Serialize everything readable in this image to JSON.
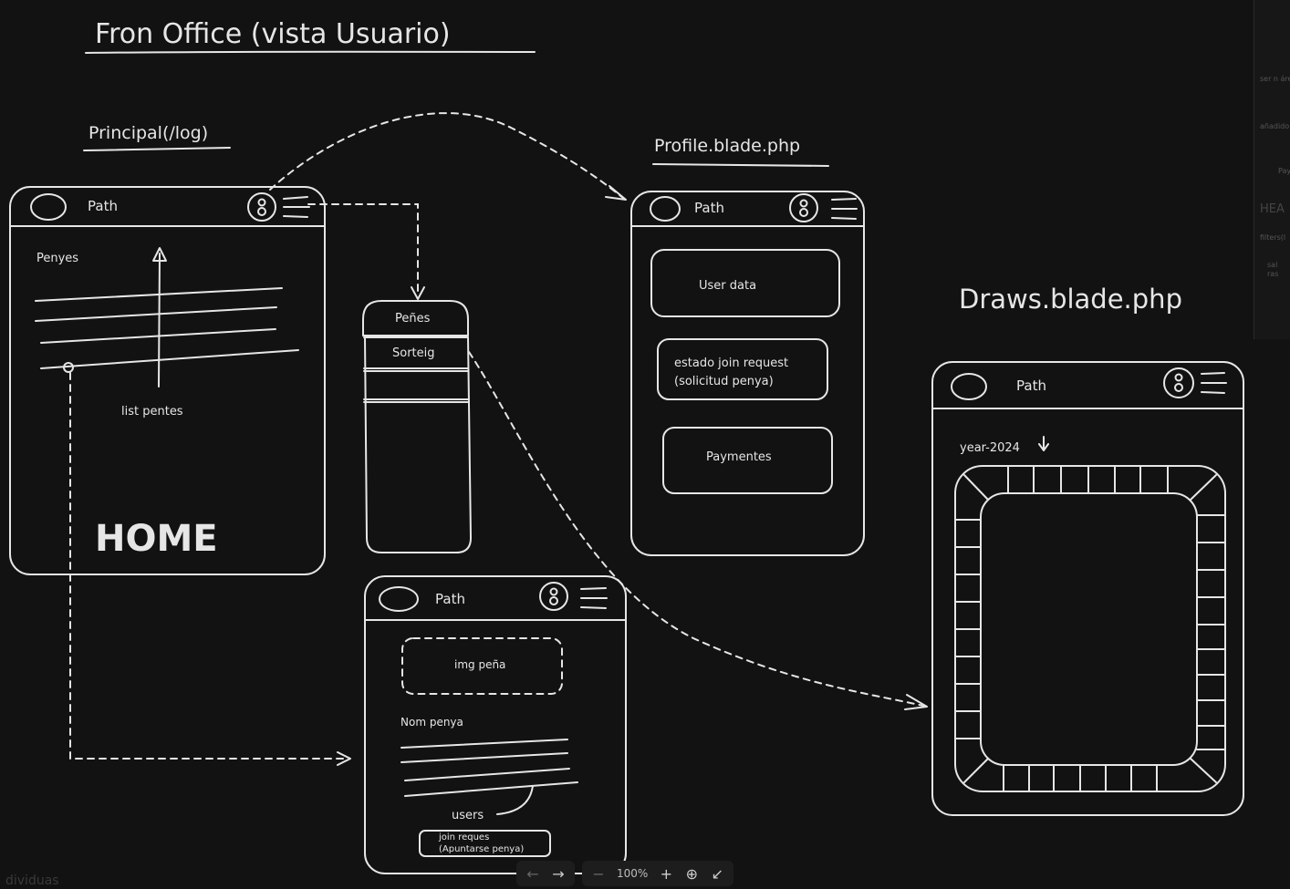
{
  "title": "Fron Office (vista Usuario)",
  "sections": {
    "principal": "Principal(/log)",
    "profile": "Profile.blade.php",
    "draws": "Draws.blade.php"
  },
  "home_screen": {
    "path": "Path",
    "list_title": "Penyes",
    "list_annotation": "list pentes",
    "big_label": "HOME"
  },
  "menu_dropdown": {
    "items": [
      "Peñes",
      "Sorteig"
    ]
  },
  "profile_screen": {
    "path": "Path",
    "boxes": [
      "User data",
      "estado join request",
      "(solicitud penya)",
      "Paymentes"
    ]
  },
  "draws_screen": {
    "path": "Path",
    "year_selector": "year-2024"
  },
  "penya_screen": {
    "path": "Path",
    "image_placeholder": "img peña",
    "name_label": "Nom penya",
    "users_annotation": "users",
    "join_button": [
      "join reques",
      "(Apuntarse penya)"
    ]
  },
  "right_panel": {
    "snippets": [
      "ser n área",
      "añadido",
      "Pay",
      "HEA",
      "filters(l",
      "sal",
      "ras"
    ]
  },
  "toolbar": {
    "zoom": "100%",
    "prev_icon": "arrow-left-icon",
    "next_icon": "arrow-right-icon",
    "zoom_out_icon": "minus-icon",
    "zoom_in_icon": "plus-icon",
    "fit_icon": "fit-screen-icon",
    "collapse_icon": "collapse-icon"
  },
  "bottom_left_text": "dividuas",
  "colors": {
    "background": "#121212",
    "stroke": "#e6e6e6"
  }
}
